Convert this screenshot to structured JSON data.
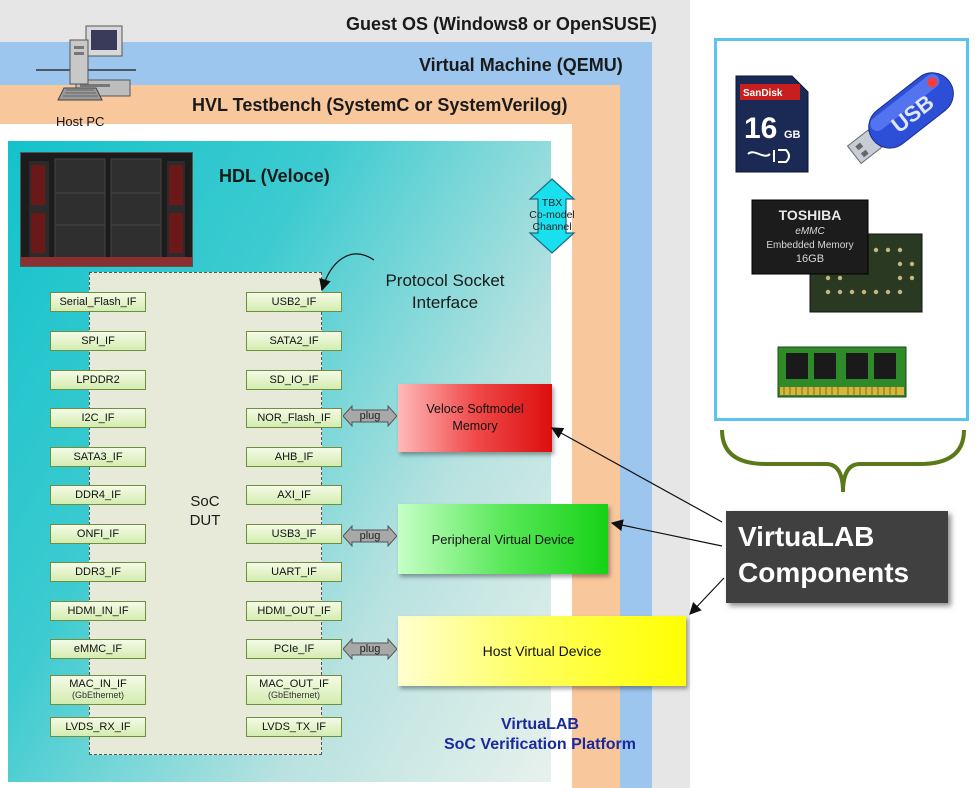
{
  "layers": {
    "guest_os": "Guest OS (Windows8 or OpenSUSE)",
    "virtual_machine": "Virtual Machine (QEMU)",
    "hvl_testbench": "HVL Testbench (SystemC or SystemVerilog)",
    "hdl": "HDL (Veloce)"
  },
  "host_pc_label": "Host PC",
  "tbx_channel": [
    "TBX",
    "Co-model",
    "Channel"
  ],
  "protocol_socket": [
    "Protocol Socket",
    "Interface"
  ],
  "dut_label": [
    "SoC",
    "DUT"
  ],
  "left_interfaces": [
    {
      "label": "Serial_Flash_IF"
    },
    {
      "label": "SPI_IF"
    },
    {
      "label": "LPDDR2"
    },
    {
      "label": "I2C_IF"
    },
    {
      "label": "SATA3_IF"
    },
    {
      "label": "DDR4_IF"
    },
    {
      "label": "ONFI_IF"
    },
    {
      "label": "DDR3_IF"
    },
    {
      "label": "HDMI_IN_IF"
    },
    {
      "label": "eMMC_IF"
    },
    {
      "label": "MAC_IN_IF",
      "sub": "(GbEthernet)"
    },
    {
      "label": "LVDS_RX_IF"
    }
  ],
  "right_interfaces": [
    {
      "label": "USB2_IF"
    },
    {
      "label": "SATA2_IF"
    },
    {
      "label": "SD_IO_IF"
    },
    {
      "label": "NOR_Flash_IF"
    },
    {
      "label": "AHB_IF"
    },
    {
      "label": "AXI_IF"
    },
    {
      "label": "USB3_IF"
    },
    {
      "label": "UART_IF"
    },
    {
      "label": "HDMI_OUT_IF"
    },
    {
      "label": "PCIe_IF"
    },
    {
      "label": "MAC_OUT_IF",
      "sub": "(GbEthernet)"
    },
    {
      "label": "LVDS_TX_IF"
    }
  ],
  "plug_label": "plug",
  "devices": {
    "softmodel": [
      "Veloce Softmodel",
      "Memory"
    ],
    "peripheral": "Peripheral Virtual Device",
    "host": "Host Virtual Device"
  },
  "platform_title": [
    "VirtuaLAB",
    "SoC Verification Platform"
  ],
  "components_label": [
    "VirtuaLAB",
    "Components"
  ],
  "sd_card": {
    "brand": "SanDisk",
    "capacity": "16",
    "unit": "GB"
  },
  "usb_stick": {
    "text": "USB"
  },
  "emmc_chip": {
    "brand": "TOSHIBA",
    "line1": "eMMC",
    "line2": "Embedded Memory",
    "line3": "16GB"
  },
  "colors": {
    "guest_os_bg": "#e6e6e6",
    "vm_bg": "#9cc6ee",
    "hvl_bg": "#f8c79c",
    "hdl_gradient_start": "#21c6cc",
    "softmodel": "#e41313",
    "peripheral": "#1fd61f",
    "host": "#ffff00",
    "components_box": "#404040",
    "bracket": "#5a7a1a",
    "platform_title": "#1a2a9a"
  }
}
